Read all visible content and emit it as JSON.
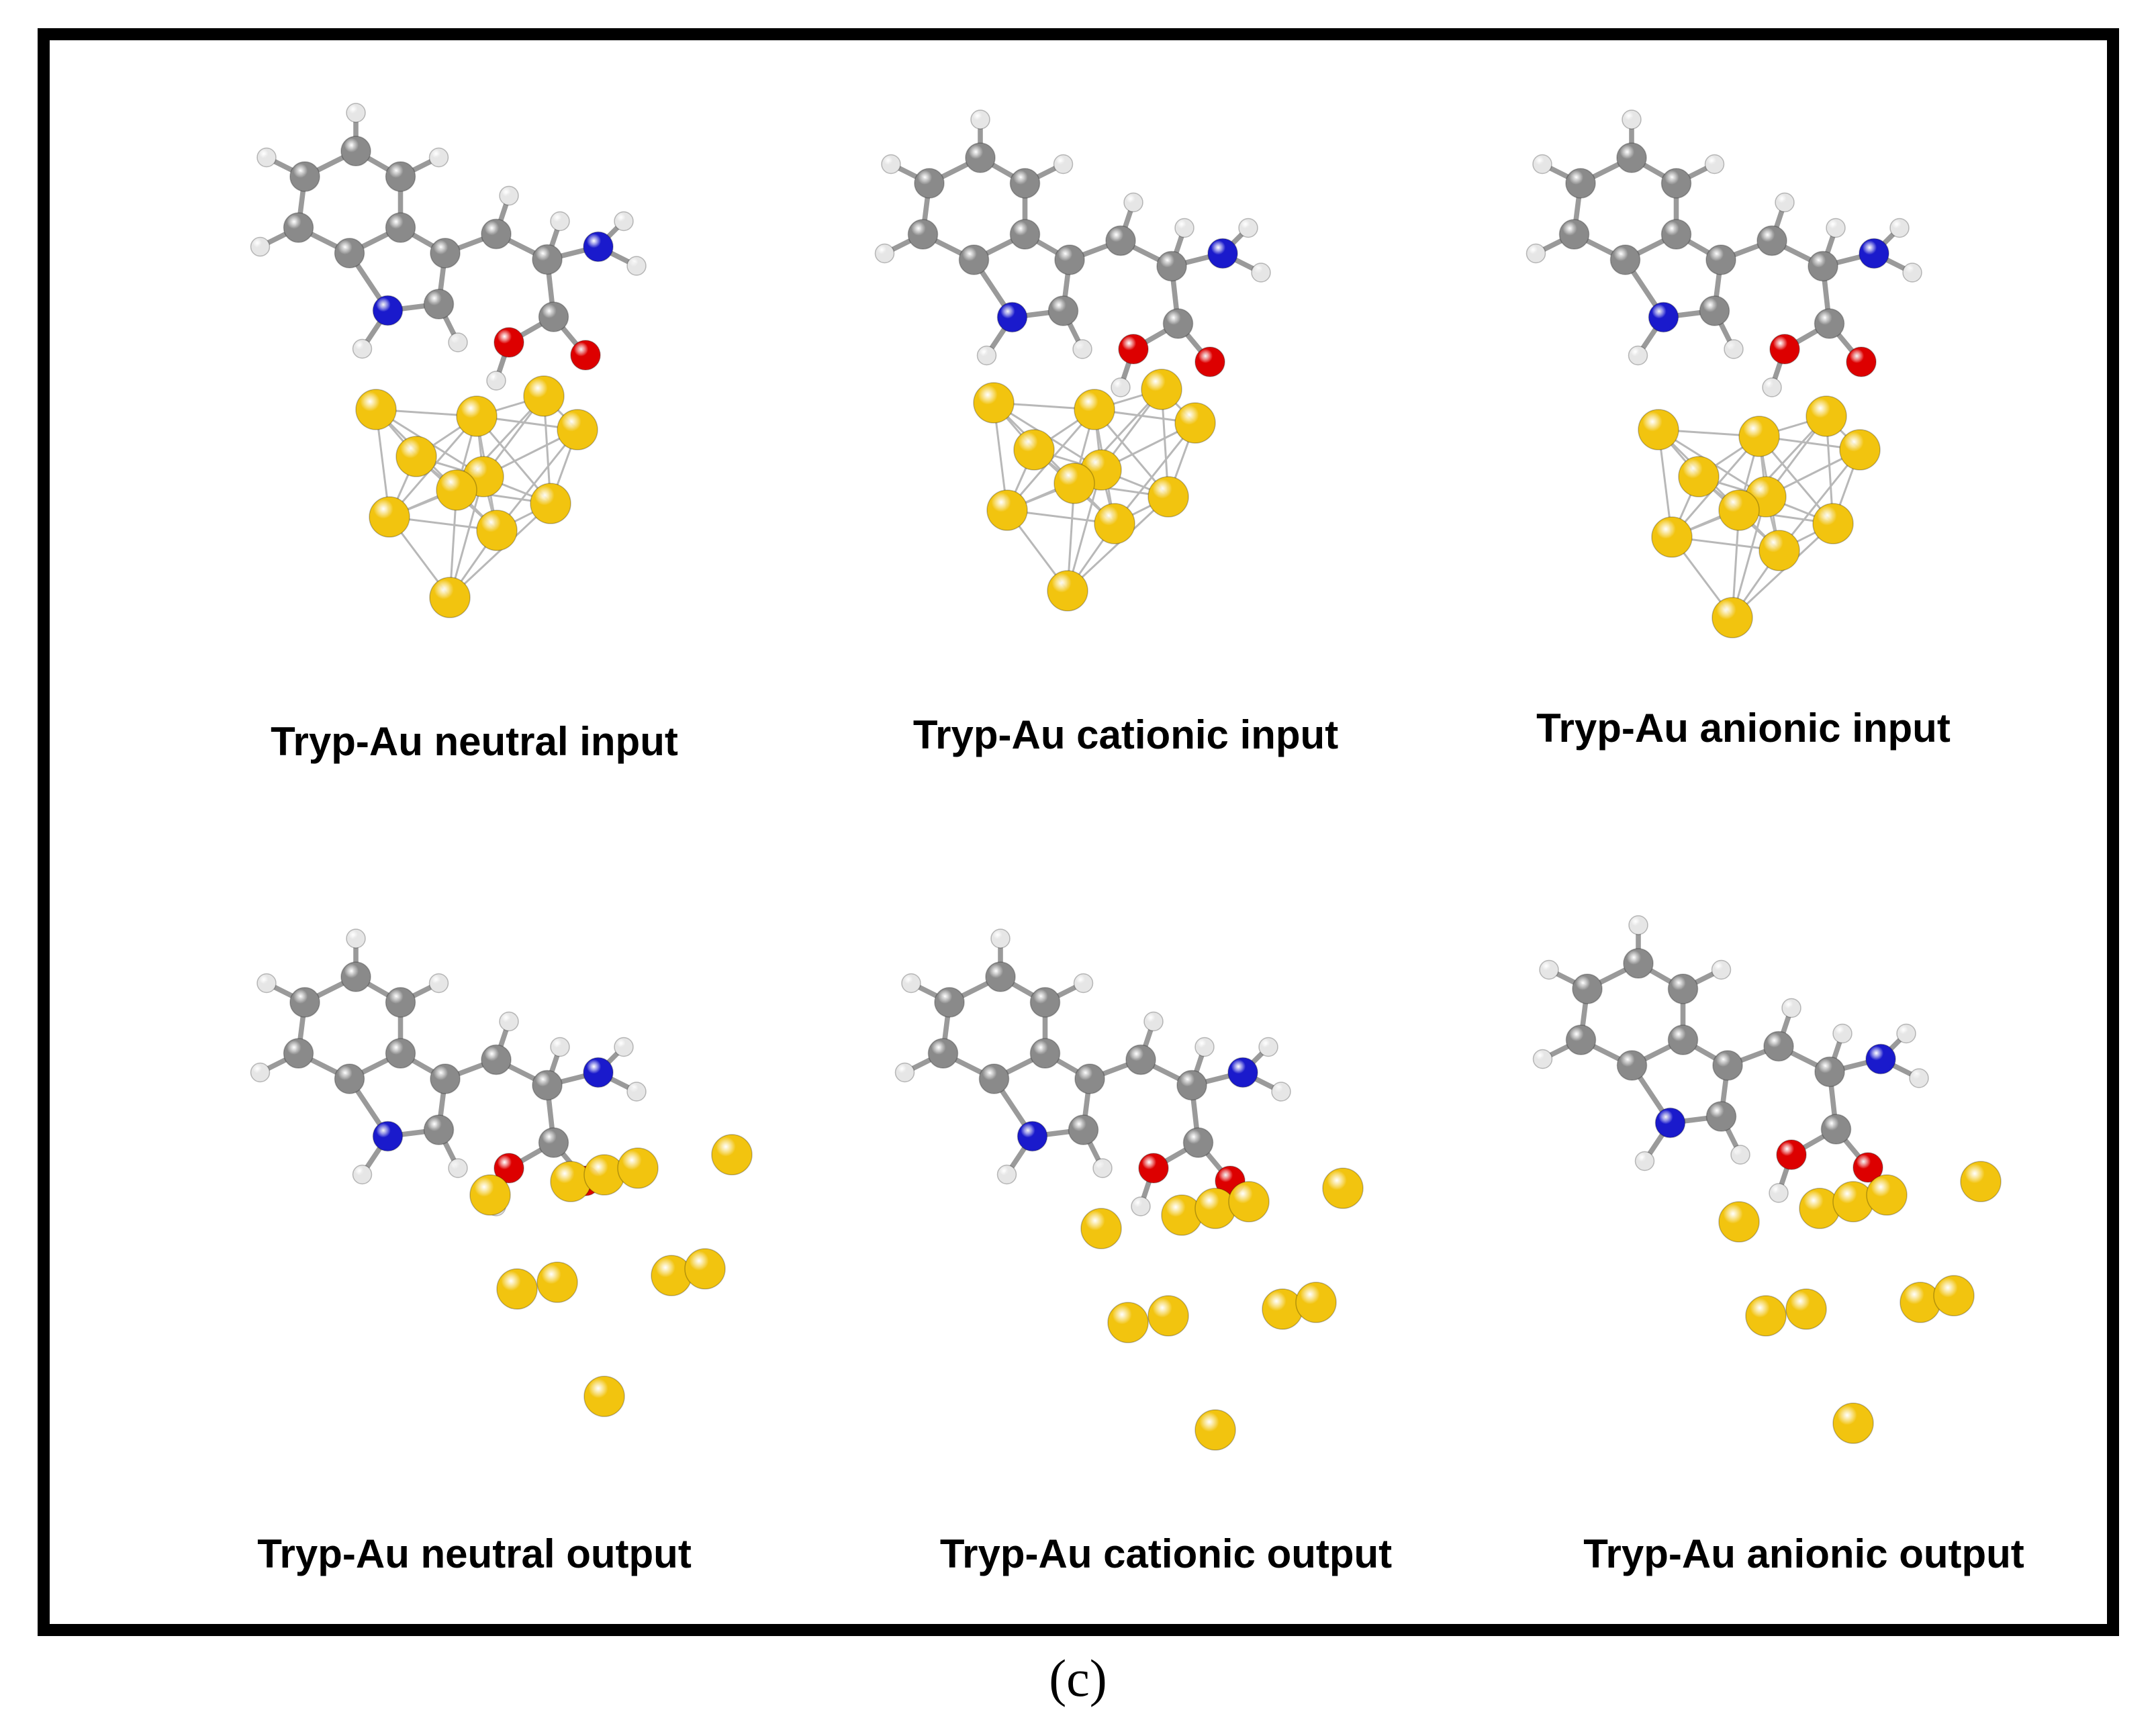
{
  "figure": {
    "sublabel": "(c)",
    "panels": [
      {
        "id": "neutral-input",
        "caption": "Tryp-Au neutral input",
        "state": "input",
        "charge": "neutral"
      },
      {
        "id": "cationic-input",
        "caption": "Tryp-Au cationic input",
        "state": "input",
        "charge": "cationic"
      },
      {
        "id": "anionic-input",
        "caption": "Tryp-Au anionic input",
        "state": "input",
        "charge": "anionic"
      },
      {
        "id": "neutral-output",
        "caption": "Tryp-Au neutral output",
        "state": "output",
        "charge": "neutral"
      },
      {
        "id": "cationic-output",
        "caption": "Tryp-Au cationic output",
        "state": "output",
        "charge": "cationic"
      },
      {
        "id": "anionic-output",
        "caption": "Tryp-Au anionic output",
        "state": "output",
        "charge": "anionic"
      }
    ]
  },
  "colors": {
    "carbon": "#8a8a8a",
    "hydrogen": "#e6e6e6",
    "nitrogen": "#1a1acc",
    "oxygen": "#dd0000",
    "gold": "#f2c40f",
    "bond": "#9a9a9a",
    "frame": "#000000"
  }
}
